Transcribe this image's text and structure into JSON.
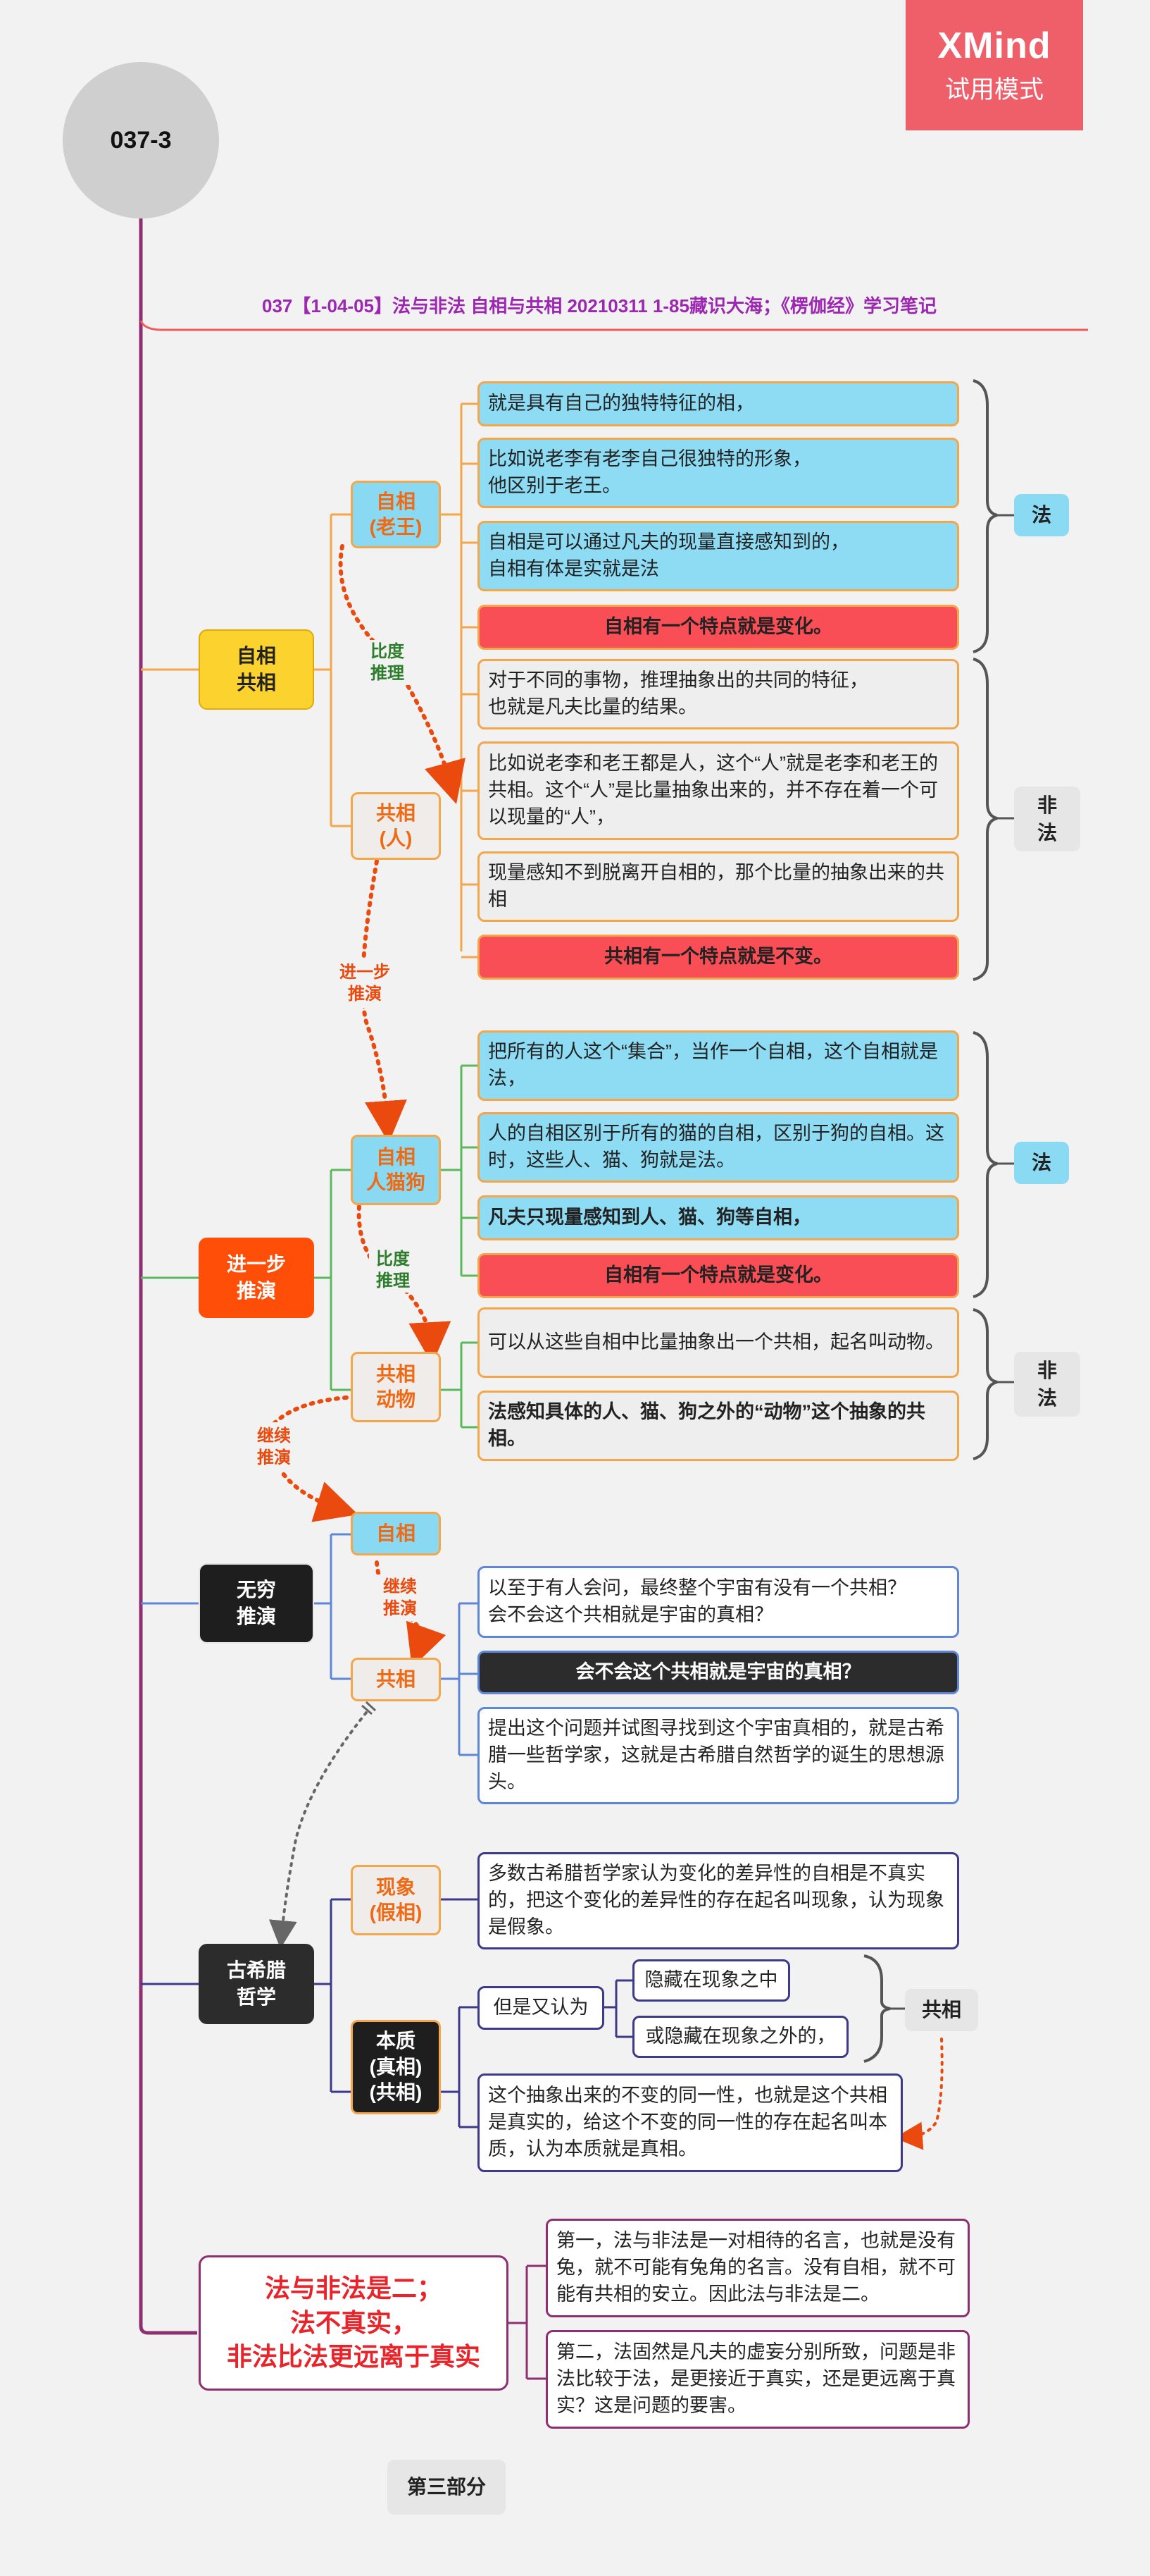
{
  "app": {
    "logo": "XMind",
    "mode": "试用模式"
  },
  "root": "037-3",
  "title": "037【1-04-05】法与非法 自相与共相 20210311 1-85藏识大海；《楞伽经》学习笔记",
  "section1": {
    "topic": "自相\n共相",
    "zixiang": "自相\n(老王)",
    "gongxiang": "共相\n(人)",
    "arrow_label": "比度\n推理",
    "notes_zixiang": [
      "就是具有自己的独特特征的相，",
      "比如说老李有老李自己很独特的形象，\n他区别于老王。",
      "自相是可以通过凡夫的现量直接感知到的，\n自相有体是实就是法",
      "自相有一个特点就是变化。"
    ],
    "notes_gongxiang": [
      "对于不同的事物，推理抽象出的共同的特征，\n也就是凡夫比量的结果。",
      "比如说老李和老王都是人，这个“人”就是老李和老王的共相。这个“人”是比量抽象出来的，并不存在着一个可以现量的“人”，",
      "现量感知不到脱离开自相的，那个比量的抽象出来的共相",
      "共相有一个特点就是不变。"
    ],
    "tag_fa": "法",
    "tag_feifa": "非\n法"
  },
  "link1_label": "进一步\n推演",
  "section2": {
    "topic": "进一步\n推演",
    "zixiang": "自相\n人猫狗",
    "gongxiang": "共相\n动物",
    "arrow_label": "比度\n推理",
    "notes_zixiang": [
      "把所有的人这个“集合”，当作一个自相，这个自相就是法，",
      "人的自相区别于所有的猫的自相，区别于狗的自相。这时，这些人、猫、狗就是法。",
      "凡夫只现量感知到人、猫、狗等自相，",
      "自相有一个特点就是变化。"
    ],
    "notes_gongxiang": [
      "可以从这些自相中比量抽象出一个共相，起名叫动物。",
      "法感知具体的人、猫、狗之外的“动物”这个抽象的共相。"
    ],
    "tag_fa": "法",
    "tag_feifa": "非\n法"
  },
  "link2_label": "继续\n推演",
  "section3": {
    "topic": "无穷\n推演",
    "zixiang": "自相",
    "gongxiang": "共相",
    "arrow_label": "继续\n推演",
    "notes": [
      "以至于有人会问，最终整个宇宙有没有一个共相？\n会不会这个共相就是宇宙的真相？",
      "会不会这个共相就是宇宙的真相？",
      "提出这个问题并试图寻找到这个宇宙真相的，就是古希腊一些哲学家，这就是古希腊自然哲学的诞生的思想源头。"
    ]
  },
  "section4": {
    "topic": "古希腊\n哲学",
    "xianxiang": "现象\n(假相)",
    "benzhi": "本质\n(真相)\n(共相)",
    "note_xianxiang": "多数古希腊哲学家认为变化的差异性的自相是不真实的，把这个变化的差异性的存在起名叫现象，认为现象是假象。",
    "note_danshi": "但是又认为",
    "note_hidden1": "隐藏在现象之中",
    "note_hidden2": "或隐藏在现象之外的，",
    "tag_gongxiang": "共相",
    "note_benzhi": "这个抽象出来的不变的同一性，也就是这个共相是真实的，给这个不变的同一性的存在起名叫本质，认为本质就是真相。"
  },
  "section5": {
    "topic": "法与非法是二；\n法不真实，\n非法比法更远离于真实",
    "notes": [
      "第一，法与非法是一对相待的名言，也就是没有兔，就不可能有兔角的名言。没有自相，就不可能有共相的安立。因此法与非法是二。",
      "第二，法固然是凡夫的虚妄分别所致，问题是非法比较于法，是更接近于真实，还是更远离于真实？这是问题的要害。"
    ]
  },
  "footer": "第三部分",
  "colors": {
    "trunk": "#8e2f72",
    "branch_yellow": "#f3a74a",
    "branch_green": "#5cb85c",
    "branch_blue": "#5f87d8",
    "branch_indigo": "#3d3a8a",
    "dotted_red": "#ea4a0e",
    "dotted_grey": "#666666"
  }
}
